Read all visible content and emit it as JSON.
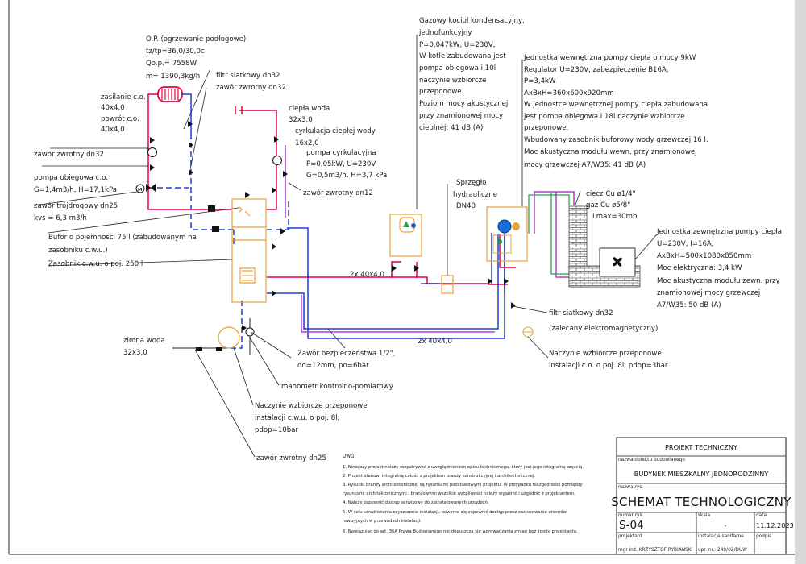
{
  "labels": {
    "op_l1": "O.P. (ogrzewanie podłogowe)",
    "op_l2": "tz/tp=36,0/30,0c",
    "op_l3": "Qo.p.= 7558W",
    "op_l4": "m= 1390,3kg/h",
    "zas_l1": "zasilanie c.o.",
    "zas_l2": "40x4,0",
    "pow_l1": "powrót c.o.",
    "pow_l2": "40x4,0",
    "zz32_left": "zawór zwrotny dn32",
    "pomp_l1": "pompa obiegowa c.o.",
    "pomp_l2": "G=1,4m3/h, H=17,1kPa",
    "trojd_l1": "zawór trójdrogowy dn25",
    "trojd_l2": "kvs = 6,3 m3/h",
    "filtr32_top": "filtr siatkowy dn32",
    "zz32_top": "zawór zwrotny dn32",
    "cw_l1": "ciepła woda",
    "cw_l2": "32x3,0",
    "cyrk_l1": "cyrkulacja ciepłej wody",
    "cyrk_l2": "16x2,0",
    "pc_l1": "pompa cyrkulacyjna",
    "pc_l2": "P=0,05kW, U=230V",
    "pc_l3": "G=0,5m3/h, H=3,7 kPa",
    "zz12": "zawór zwrotny dn12",
    "bufor_l1": "Bufor  o pojemności 75 l (zabudowanym na",
    "bufor_l2": "zasobniku c.w.u.)",
    "zasob": "Zasobnik c.w.u. o poj. 250 l",
    "rura1": "2x 40x4,0",
    "rura2": "2x 40x4,0",
    "kociol_l1": "Gazowy kocioł kondensacyjny,",
    "kociol_l2": "jednofunkcyjny",
    "kociol_l3": "P=0,047kW, U=230V,",
    "kociol_l4": "W kotle zabudowana jest",
    "kociol_l5": "pompa obiegowa i 10l",
    "kociol_l6": "naczynie wzbiorcze",
    "kociol_l7": "przeponowe.",
    "kociol_l8": "Poziom mocy akustycznej",
    "kociol_l9": "przy znamionowej mocy",
    "kociol_l10": "cieplnej: 41 dB (A)",
    "sprz_l1": "Sprzęgło",
    "sprz_l2": "hydrauliczne",
    "sprz_l3": "DN40",
    "jw_l1": "Jednostka wewnętrzna pompy ciepła o mocy 9kW",
    "jw_l2": "Regulator U=230V, zabezpieczenie B16A,",
    "jw_l3": "P=3,4kW",
    "jw_l4": "AxBxH=360x600x920mm",
    "jw_l5": "W jednostce wewnętrznej pompy ciepła zabudowana",
    "jw_l6": "jest pompa obiegowa i 18l naczynie wzbiorcze",
    "jw_l7": "przeponowe.",
    "jw_l8": "Wbudowany zasobnik buforowy wody grzewczej 16 l.",
    "jw_l9": "Moc akustyczna modułu wewn. przy znamionowej",
    "jw_l10": "mocy grzewczej A7/W35: 41 dB (A)",
    "cu_l1": "ciecz Cu ø1/4\"",
    "cu_l2": "gaz Cu ø5/8\"",
    "cu_l3": "Lmax=30mb",
    "jz_l1": "Jednostka zewnętrzna pompy ciepła",
    "jz_l2": "U=230V, I=16A,",
    "jz_l3": "AxBxH=500x1080x850mm",
    "jz_l4": "Moc elektryczna: 3,4 kW",
    "jz_l5": "Moc akustyczna modułu zewn. przy",
    "jz_l6": "znamionowej mocy grzewczej",
    "jz_l7": "A7/W35: 50 dB (A)",
    "fs_l1": "filtr siatkowy dn32",
    "fs_l2": "(zalecany elektromagnetyczny)",
    "nw_l1": "Naczynie wzbiorcze przeponowe",
    "nw_l2": "instalacji c.o. o poj. 8l; pdop=3bar",
    "zw_l1": "zimna woda",
    "zw_l2": "32x3,0",
    "zb_l1": "Zawór bezpieczeństwa 1/2\",",
    "zb_l2": "do=12mm, po=6bar",
    "manometr": "manometr kontrolno-pomiarowy",
    "ncwu_l1": "Naczynie wzbiorcze przeponowe",
    "ncwu_l2": "instalacji c.w.u. o poj. 8l;",
    "ncwu_l3": "pdop=10bar",
    "zz25": "zawór zwrotny dn25"
  },
  "notes": {
    "title": "UWG:",
    "items": [
      "1. Niniejszy projekt należy rozpatrywać z uwzględnieniem opisu technicznego, który jest jego integralną częścią.",
      "2. Projekt stanowi integralną całość z projektem branży konstrukcyjnej i architektonicznej.",
      "3. Rysunki branży architektonicznej są rysunkami podstawowymi projektu. W przypadku niezgodności pomiędzy",
      "   rysunkami architektonicznymi i branżowymi wszelkie wątpliwości należy wyjaśnić i uzgodnić z projektantem.",
      "4. Należy zapewnić dostęp serwisowy do zainstalowanych urządzeń.",
      "5. W celu umożliwienia czyszczenia instalacji, powinno się zapewnić dostęp przez zastosowanie otworów",
      "   rewizyjnych w przewodach instalacji.",
      "6. Nawiązując do art. 36A Prawa Budowlanego nie dopuszcza się wprowadzania zmian bez zgody projektanta."
    ]
  },
  "title_block": {
    "header": "PROJEKT TECHNICZNY",
    "building_caption": "nazwa obiektu budowlanego",
    "building": "BUDYNEK MIESZKALNY JEDNORODZINNY",
    "drawing_caption": "nazwa rys.",
    "drawing": "SCHEMAT TECHNOLOGICZNY",
    "number_caption": "numer rys.",
    "number": "S-04",
    "scale_caption": "skala",
    "scale": "-",
    "date_caption": "data",
    "date": "11.12.2023",
    "designer_caption": "projektant",
    "designer": "mgr inż. KRZYSZTOF RYBIAŃSKI",
    "branch_caption": "instalacje sanitarne",
    "license": "upr. nr.: 249/02/DUW",
    "signature_caption": "podpis"
  }
}
